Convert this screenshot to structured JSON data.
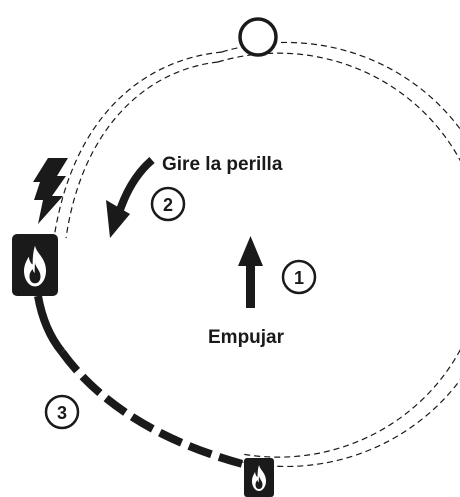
{
  "labels": {
    "turn_knob": "Gire la perilla",
    "push": "Empujar"
  },
  "steps": {
    "step1": "1",
    "step2": "2",
    "step3": "3"
  },
  "icons": {
    "off_position": "circle-icon",
    "ignition": "lightning-bolt-icon",
    "high_flame": "flame-icon",
    "low_flame": "flame-icon",
    "push_arrow": "arrow-up-icon",
    "turn_arrow": "curved-arrow-icon"
  },
  "colors": {
    "ink": "#1a1a1a",
    "background": "#ffffff"
  }
}
